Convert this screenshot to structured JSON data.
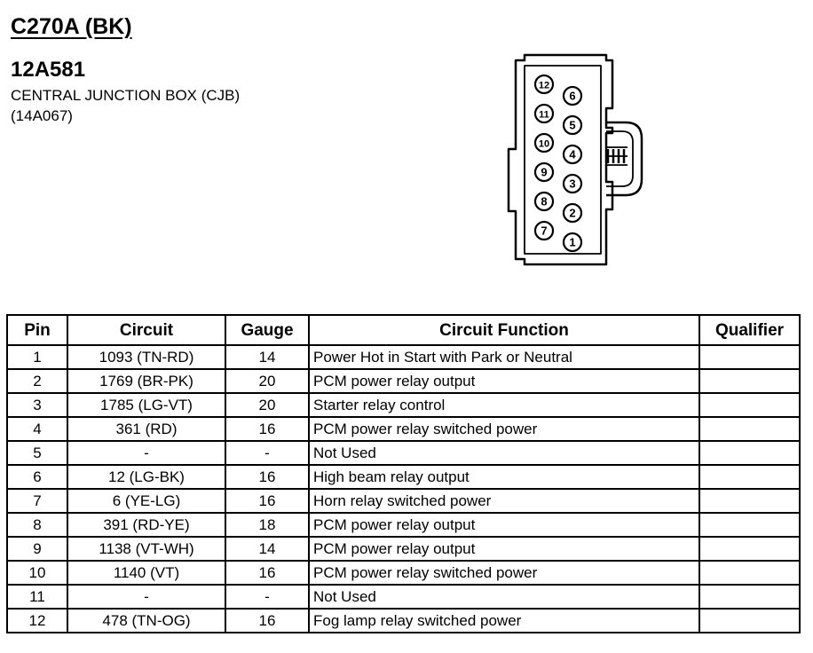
{
  "header": {
    "connector": "C270A (BK)",
    "part_number": "12A581",
    "component": "CENTRAL JUNCTION BOX (CJB)",
    "component_code": "(14A067)"
  },
  "diagram": {
    "left_column_pins": [
      "12",
      "11",
      "10",
      "9",
      "8",
      "7"
    ],
    "right_column_pins": [
      "6",
      "5",
      "4",
      "3",
      "2",
      "1"
    ]
  },
  "table": {
    "headers": {
      "pin": "Pin",
      "circuit": "Circuit",
      "gauge": "Gauge",
      "function": "Circuit Function",
      "qualifier": "Qualifier"
    },
    "rows": [
      {
        "pin": "1",
        "circuit": "1093 (TN-RD)",
        "gauge": "14",
        "function": "Power Hot in Start with Park or Neutral",
        "qualifier": ""
      },
      {
        "pin": "2",
        "circuit": "1769 (BR-PK)",
        "gauge": "20",
        "function": "PCM power relay output",
        "qualifier": ""
      },
      {
        "pin": "3",
        "circuit": "1785 (LG-VT)",
        "gauge": "20",
        "function": "Starter relay control",
        "qualifier": ""
      },
      {
        "pin": "4",
        "circuit": "361 (RD)",
        "gauge": "16",
        "function": "PCM power relay switched power",
        "qualifier": ""
      },
      {
        "pin": "5",
        "circuit": "-",
        "gauge": "-",
        "function": "Not Used",
        "qualifier": ""
      },
      {
        "pin": "6",
        "circuit": "12 (LG-BK)",
        "gauge": "16",
        "function": "High beam relay output",
        "qualifier": ""
      },
      {
        "pin": "7",
        "circuit": "6 (YE-LG)",
        "gauge": "16",
        "function": "Horn relay switched power",
        "qualifier": ""
      },
      {
        "pin": "8",
        "circuit": "391 (RD-YE)",
        "gauge": "18",
        "function": "PCM power relay output",
        "qualifier": ""
      },
      {
        "pin": "9",
        "circuit": "1138 (VT-WH)",
        "gauge": "14",
        "function": "PCM power relay output",
        "qualifier": ""
      },
      {
        "pin": "10",
        "circuit": "1140 (VT)",
        "gauge": "16",
        "function": "PCM power relay switched power",
        "qualifier": ""
      },
      {
        "pin": "11",
        "circuit": "-",
        "gauge": "-",
        "function": "Not Used",
        "qualifier": ""
      },
      {
        "pin": "12",
        "circuit": "478 (TN-OG)",
        "gauge": "16",
        "function": "Fog lamp relay switched power",
        "qualifier": ""
      }
    ]
  }
}
